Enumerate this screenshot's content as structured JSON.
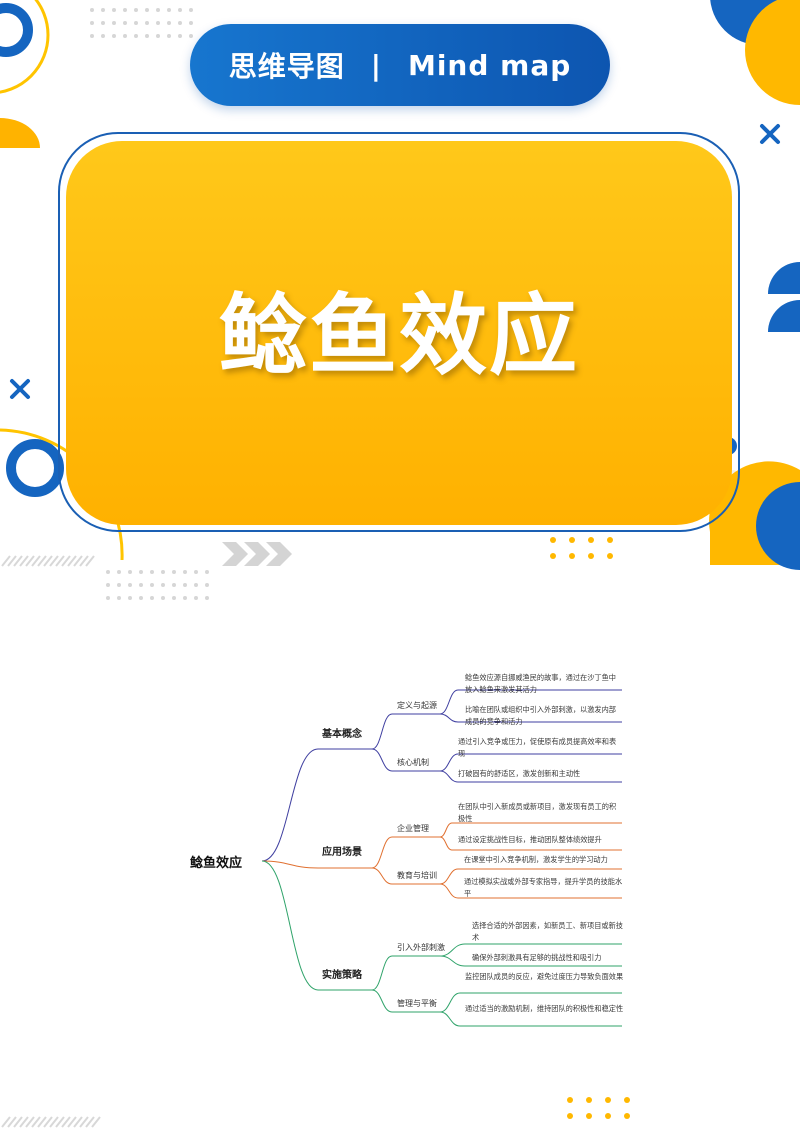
{
  "header": {
    "left": "思维导图",
    "separator": "|",
    "right": "Mind map"
  },
  "title": "鲶鱼效应",
  "colors": {
    "blue": "#0d55b0",
    "yellow": "#ffb800",
    "branch1": "#3f3fa0",
    "branch2": "#e07030",
    "branch3": "#2fa36a"
  },
  "mindmap": {
    "root": "鲶鱼效应",
    "branches": [
      {
        "label": "基本概念",
        "children": [
          {
            "label": "定义与起源",
            "leaves": [
              "鲶鱼效应源自挪威渔民的故事，通过在沙丁鱼中放入鲶鱼来激发其活力",
              "比喻在团队或组织中引入外部刺激，以激发内部成员的竞争和活力"
            ]
          },
          {
            "label": "核心机制",
            "leaves": [
              "通过引入竞争或压力，促使原有成员提高效率和表现",
              "打破固有的舒适区，激发创新和主动性"
            ]
          }
        ]
      },
      {
        "label": "应用场景",
        "children": [
          {
            "label": "企业管理",
            "leaves": [
              "在团队中引入新成员或新项目，激发现有员工的积极性",
              "通过设定挑战性目标，推动团队整体绩效提升"
            ]
          },
          {
            "label": "教育与培训",
            "leaves": [
              "在课堂中引入竞争机制，激发学生的学习动力",
              "通过模拟实战或外部专家指导，提升学员的技能水平"
            ]
          }
        ]
      },
      {
        "label": "实施策略",
        "children": [
          {
            "label": "引入外部刺激",
            "leaves": [
              "选择合适的外部因素，如新员工、新项目或新技术",
              "确保外部刺激具有足够的挑战性和吸引力"
            ]
          },
          {
            "label": "管理与平衡",
            "leaves": [
              "监控团队成员的反应，避免过度压力导致负面效果",
              "通过适当的激励机制，维持团队的积极性和稳定性"
            ]
          }
        ]
      }
    ]
  }
}
